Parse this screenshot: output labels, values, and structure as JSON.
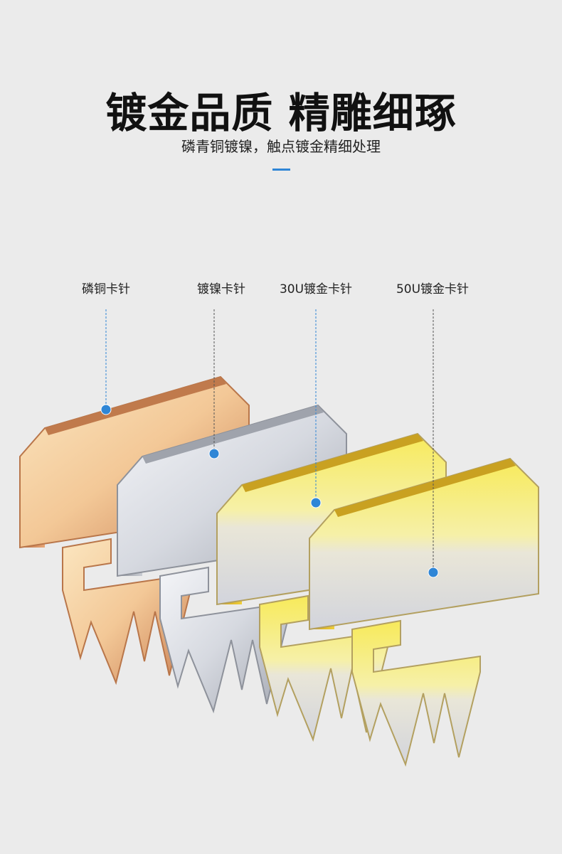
{
  "header": {
    "title": "镀金品质 精雕细琢",
    "subtitle": "磷青铜镀镍，触点镀金精细处理"
  },
  "labels": [
    {
      "text": "磷铜卡针",
      "finish": "copper"
    },
    {
      "text": "镀镍卡针",
      "finish": "nickel"
    },
    {
      "text": "30U镀金卡针",
      "finish": "gold"
    },
    {
      "text": "50U镀金卡针",
      "finish": "gold"
    }
  ],
  "colors": {
    "accent": "#2f86d6",
    "background": "#ebebeb"
  }
}
